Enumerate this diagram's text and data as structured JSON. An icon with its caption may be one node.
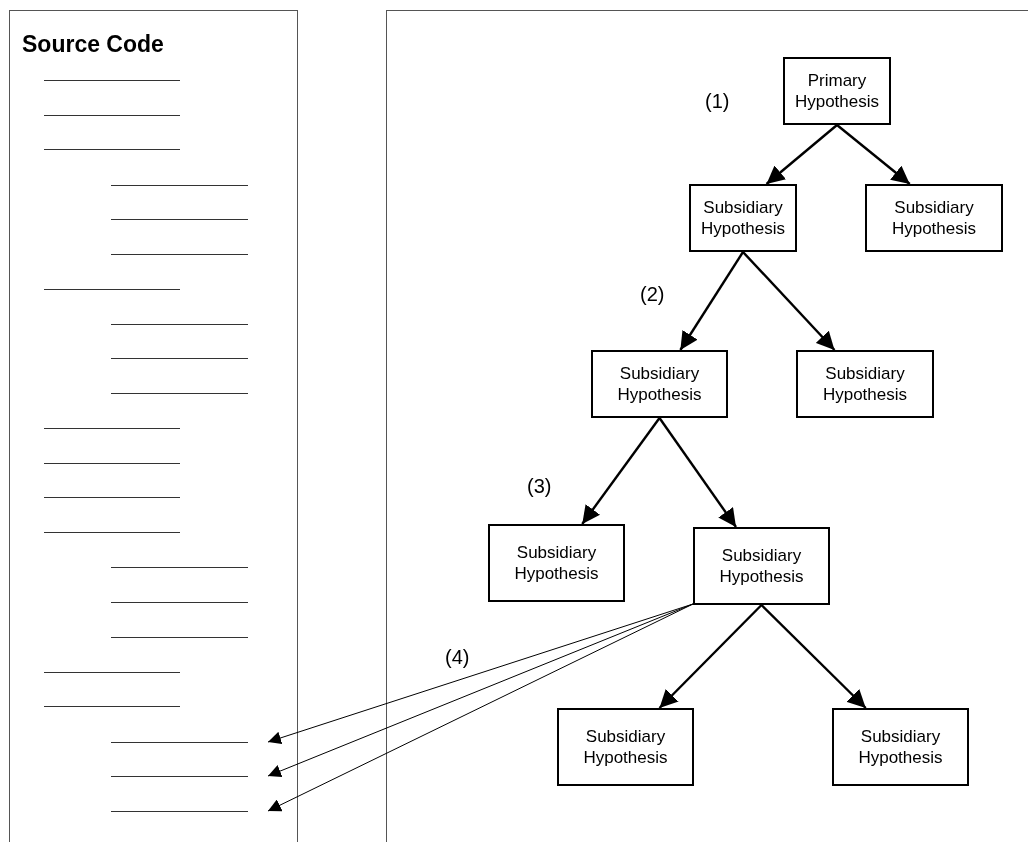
{
  "diagram": {
    "nodes": [
      {
        "text": [
          "Source Code"
        ]
      },
      {
        "text": [],
        "shape": "line",
        "in": 0
      },
      {
        "text": [],
        "shape": "line",
        "in": 0
      },
      {
        "text": [],
        "shape": "line",
        "in": 0
      },
      {
        "text": [
          "Primary Hypothesis"
        ]
      },
      {
        "text": [
          "Subsidiary Hypothesis"
        ]
      },
      {
        "text": [
          "Subsidiary Hypothesis"
        ]
      },
      {
        "text": [
          "Subsidiary Hypothesis"
        ]
      },
      {
        "text": [
          "Subsidiary Hypothesis"
        ]
      },
      {
        "text": [
          "Subsidiary Hypothesis"
        ]
      },
      {
        "text": [
          "Subsidiary Hypothesis"
        ]
      },
      {
        "text": [
          "Subsidiary Hypothesis"
        ]
      },
      {
        "text": [
          "Subsidiary Hypothesis"
        ]
      }
    ],
    "edges": [
      {
        "from": 4,
        "to": 5,
        "arrow": "to"
      },
      {
        "from": 4,
        "to": 6,
        "arrow": "to"
      },
      {
        "from": 5,
        "to": 7,
        "arrow": "to"
      },
      {
        "from": 5,
        "to": 8,
        "arrow": "to"
      },
      {
        "from": 7,
        "to": 9,
        "arrow": "to"
      },
      {
        "from": 7,
        "to": 10,
        "arrow": "to"
      },
      {
        "from": 10,
        "to": 11,
        "arrow": "to"
      },
      {
        "from": 10,
        "to": 12,
        "arrow": "to"
      },
      {
        "from": 10,
        "to": 1,
        "arrow": "to"
      },
      {
        "from": 10,
        "to": 2,
        "arrow": "to"
      },
      {
        "from": 10,
        "to": 3,
        "arrow": "to"
      }
    ],
    "labels": [
      "(1)",
      "(2)",
      "(3)",
      "(4)"
    ]
  }
}
